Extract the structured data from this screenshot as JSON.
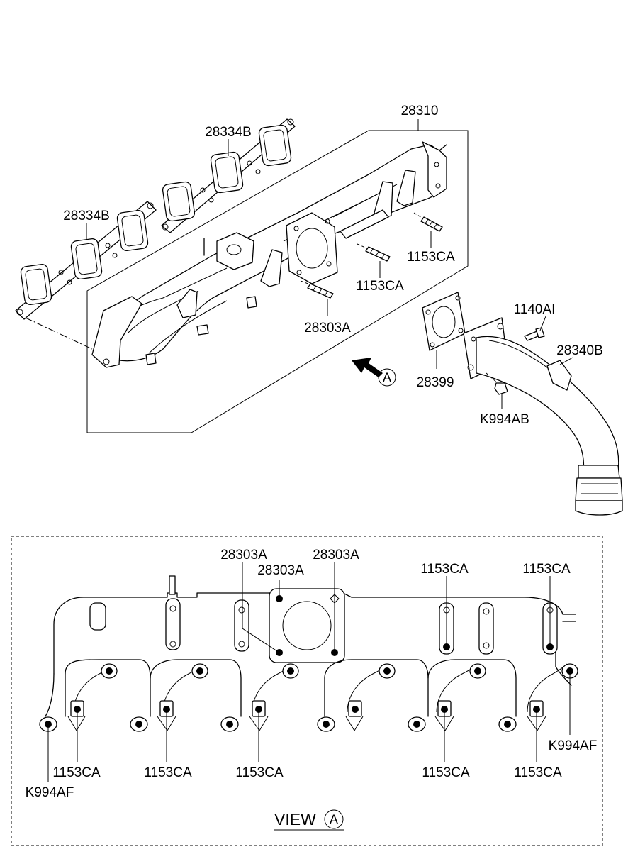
{
  "labels": {
    "manifold_assembly": "28310",
    "gasket_upper": "28334B",
    "gasket_lower": "28334B",
    "stud_right_1": "1153CA",
    "stud_right_2": "1153CA",
    "stud_flange": "28303A",
    "bolt_pipe": "1140AI",
    "exhaust_pipe": "28340B",
    "flange_gasket": "28399",
    "nut_pipe": "K994AB",
    "view_marker": "A"
  },
  "view": {
    "title": "VIEW",
    "marker": "A",
    "top_labels": [
      "28303A",
      "28303A",
      "28303A",
      "1153CA",
      "1153CA"
    ],
    "bottom_labels": [
      "1153CA",
      "1153CA",
      "1153CA",
      "1153CA",
      "1153CA"
    ],
    "side_labels": [
      "K994AF",
      "K994AF"
    ]
  }
}
